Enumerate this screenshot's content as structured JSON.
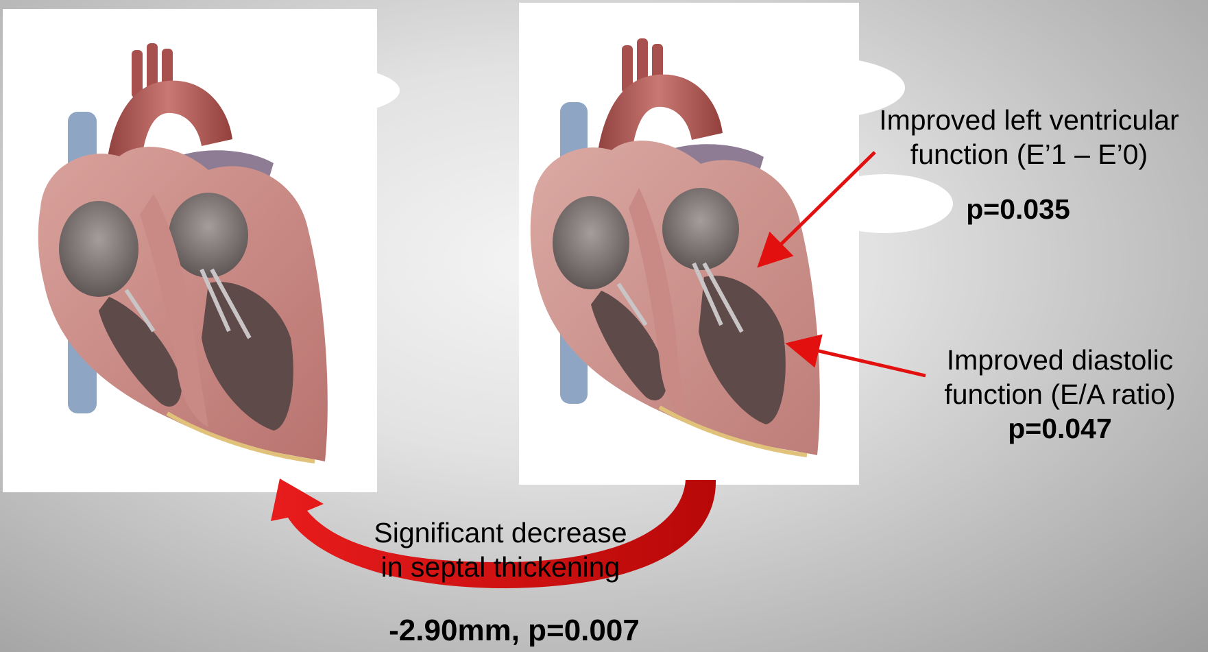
{
  "annotations": {
    "lv_function": {
      "line1": "Improved left ventricular",
      "line2": "function (E’1 – E’0)",
      "pvalue": "p=0.035"
    },
    "diastolic_function": {
      "line1": "Improved diastolic",
      "line2": "function (E/A ratio)",
      "pvalue": "p=0.047"
    },
    "septal": {
      "line1": "Significant decrease",
      "line2": "in septal thickening",
      "result": "-2.90mm, p=0.007"
    }
  },
  "colors": {
    "arrow": "#e31010",
    "curved_arrow": "#d81010",
    "myocardium": "#c98a86",
    "aorta": "#b85a57",
    "pulmonary_artery": "#8d7c94",
    "vena_cava": "#8ea6c4",
    "chamber": "#6c6363",
    "panel": "#ffffff"
  }
}
